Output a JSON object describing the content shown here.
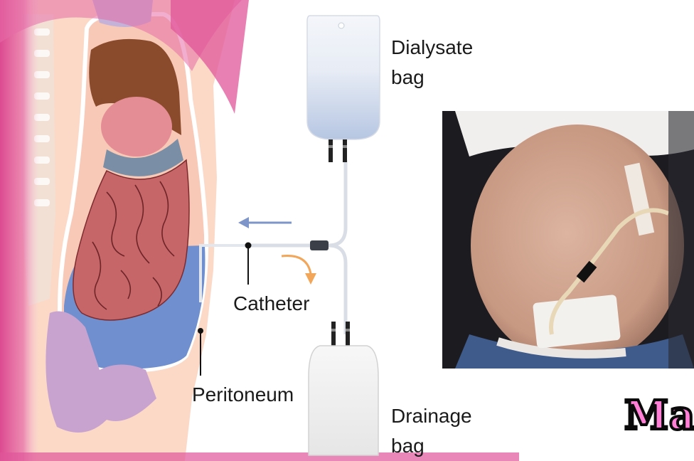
{
  "labels": {
    "dialysate_bag_line1": "Dialysate",
    "dialysate_bag_line2": "bag",
    "drainage_bag_line1": "Drainage",
    "drainage_bag_line2": "bag",
    "catheter": "Catheter",
    "peritoneum": "Peritoneum"
  },
  "watermark": {
    "text": "Ma"
  },
  "colors": {
    "accent_pink": "#e0559a",
    "dialysate_fluid": "#b4c4e0",
    "abdominal_fluid": "#6f8fcf",
    "intestine": "#c76668",
    "liver": "#8a4a2c",
    "arrow_blue": "#7d95c8",
    "arrow_orange": "#f2a65a",
    "skin": "#d6a890"
  },
  "icons": {
    "flow_in": "arrow-left-icon",
    "flow_out": "arrow-curve-down-icon"
  }
}
